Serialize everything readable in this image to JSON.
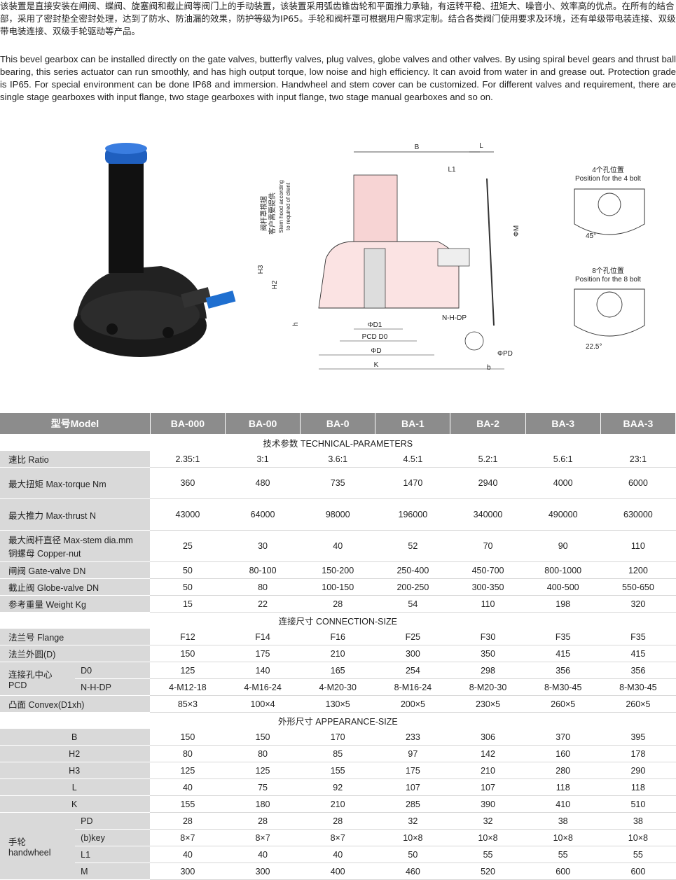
{
  "intro": {
    "zh": "该装置是直接安装在闸阀、蝶阀、旋塞阀和截止阀等阀门上的手动装置，该装置采用弧齿锥齿轮和平面推力承轴，有运转平稳、扭矩大、噪音小、效率高的优点。在所有的结合部，采用了密封垫全密封处理，达到了防水、防油漏的效果，防护等级为IP65。手轮和阀杆罩可根据用户需求定制。结合各类阀门使用要求及环境，还有单级带电装连接、双级带电装连接、双级手轮驱动等产品。",
    "en": "This bevel gearbox can be installed directly on the gate valves, butterfly valves, plug valves, globe valves and other valves. By using spiral bevel gears and thrust ball bearing, this series actuator can run smoothly, and has high output torque, low noise and high efficiency. It can avoid from water in and grease out. Protection grade is IP65. For special environment can be done IP68 and immersion. Handwheel and stem cover can be customized. For different valves and requirement, there are single stage gearboxes with input flange, two stage gearboxes with input flange, two stage manual gearboxes and so on."
  },
  "drawing": {
    "B": "B",
    "L": "L",
    "L1": "L1",
    "PhiM": "ΦM",
    "H3": "H3",
    "H2": "H2",
    "h": "h",
    "PhiD1": "ΦD1",
    "PCD": "PCD D0",
    "PhiD": "ΦD",
    "K": "K",
    "NHDP": "N-H-DP",
    "PhiPD": "ΦPD",
    "b": "b",
    "hood_zh1": "阀杆罩根据",
    "hood_zh2": "客户需要提供",
    "hood_en1": "Stem hood according",
    "hood_en2": "to required of client",
    "bolt4_zh": "4个孔位置",
    "bolt4_en": "Position for the 4 bolt",
    "angle45": "45°",
    "bolt8_zh": "8个孔位置",
    "bolt8_en": "Position for the 8 bolt",
    "angle22": "22.5°"
  },
  "table": {
    "model_header": "型号Model",
    "models": [
      "BA-000",
      "BA-00",
      "BA-0",
      "BA-1",
      "BA-2",
      "BA-3",
      "BAA-3"
    ],
    "sections": {
      "tech": "技术参数 TECHNICAL-PARAMETERS",
      "conn": "连接尺寸 CONNECTION-SIZE",
      "appear": "外形尺寸 APPEARANCE-SIZE"
    },
    "tech_rows": [
      {
        "label": "速比 Ratio",
        "values": [
          "2.35:1",
          "3:1",
          "3.6:1",
          "4.5:1",
          "5.2:1",
          "5.6:1",
          "23:1"
        ]
      },
      {
        "label": "最大扭矩  Max-torque Nm",
        "values": [
          "360",
          "480",
          "735",
          "1470",
          "2940",
          "4000",
          "6000"
        ]
      },
      {
        "label": "最大推力  Max-thrust N",
        "values": [
          "43000",
          "64000",
          "98000",
          "196000",
          "340000",
          "490000",
          "630000"
        ]
      },
      {
        "label": "最大阀杆直径 Max-stem dia.mm",
        "label2": "铜螺母 Copper-nut",
        "values": [
          "25",
          "30",
          "40",
          "52",
          "70",
          "90",
          "110"
        ]
      },
      {
        "label": "闸阀  Gate-valve  DN",
        "values": [
          "50",
          "80-100",
          "150-200",
          "250-400",
          "450-700",
          "800-1000",
          "1200"
        ]
      },
      {
        "label": "截止阀  Globe-valve  DN",
        "values": [
          "50",
          "80",
          "100-150",
          "200-250",
          "300-350",
          "400-500",
          "550-650"
        ]
      },
      {
        "label": "参考重量 Weight   Kg",
        "values": [
          "15",
          "22",
          "28",
          "54",
          "110",
          "198",
          "320"
        ]
      }
    ],
    "conn_rows": [
      {
        "label": "法兰号 Flange",
        "values": [
          "F12",
          "F14",
          "F16",
          "F25",
          "F30",
          "F35",
          "F35"
        ]
      },
      {
        "label": "法兰外圆(D)",
        "values": [
          "150",
          "175",
          "210",
          "300",
          "350",
          "415",
          "415"
        ]
      },
      {
        "label": "D0",
        "values": [
          "125",
          "140",
          "165",
          "254",
          "298",
          "356",
          "356"
        ]
      },
      {
        "label": "N-H-DP",
        "values": [
          "4-M12-18",
          "4-M16-24",
          "4-M20-30",
          "8-M16-24",
          "8-M20-30",
          "8-M30-45",
          "8-M30-45"
        ]
      },
      {
        "label": "凸面 Convex(D1xh)",
        "values": [
          "85×3",
          "100×4",
          "130×5",
          "200×5",
          "230×5",
          "260×5",
          "260×5"
        ]
      }
    ],
    "pcd_label1": "连接孔中心",
    "pcd_label2": "PCD",
    "appear_rows": [
      {
        "label": "B",
        "values": [
          "150",
          "150",
          "170",
          "233",
          "306",
          "370",
          "395"
        ]
      },
      {
        "label": "H2",
        "values": [
          "80",
          "80",
          "85",
          "97",
          "142",
          "160",
          "178"
        ]
      },
      {
        "label": "H3",
        "values": [
          "125",
          "125",
          "155",
          "175",
          "210",
          "280",
          "290"
        ]
      },
      {
        "label": "L",
        "values": [
          "40",
          "75",
          "92",
          "107",
          "107",
          "118",
          "118"
        ]
      },
      {
        "label": "K",
        "values": [
          "155",
          "180",
          "210",
          "285",
          "390",
          "410",
          "510"
        ]
      }
    ],
    "hw_label1": "手轮",
    "hw_label2": "handwheel",
    "hw_rows": [
      {
        "label": "PD",
        "values": [
          "28",
          "28",
          "28",
          "32",
          "32",
          "38",
          "38"
        ]
      },
      {
        "label": "(b)key",
        "values": [
          "8×7",
          "8×7",
          "8×7",
          "10×8",
          "10×8",
          "10×8",
          "10×8"
        ]
      },
      {
        "label": "L1",
        "values": [
          "40",
          "40",
          "40",
          "50",
          "55",
          "55",
          "55"
        ]
      },
      {
        "label": "M",
        "values": [
          "300",
          "300",
          "400",
          "460",
          "520",
          "600",
          "600"
        ]
      }
    ]
  }
}
